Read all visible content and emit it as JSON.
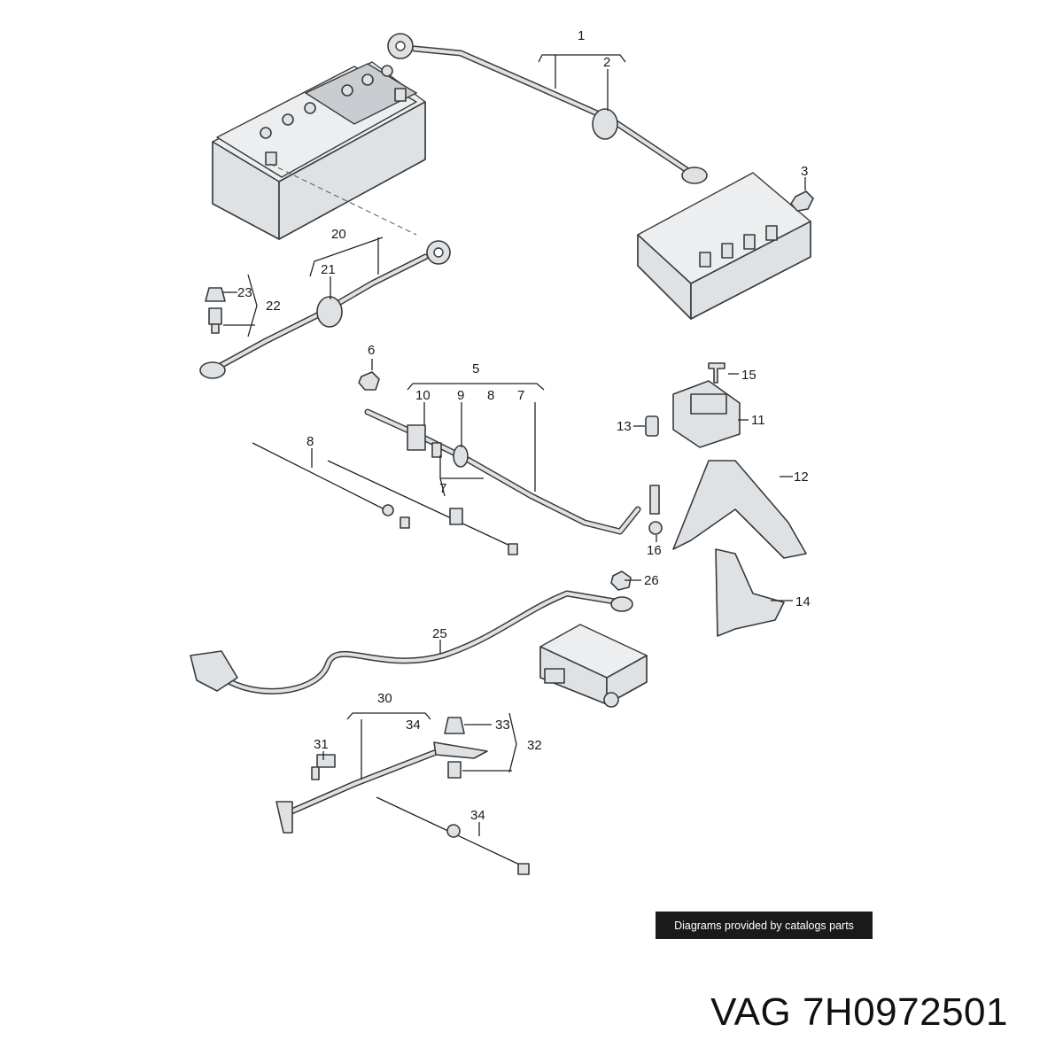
{
  "diagram": {
    "callouts": [
      {
        "id": "c1",
        "text": "1"
      },
      {
        "id": "c2",
        "text": "2"
      },
      {
        "id": "c3",
        "text": "3"
      },
      {
        "id": "c5",
        "text": "5"
      },
      {
        "id": "c6",
        "text": "6"
      },
      {
        "id": "c7a",
        "text": "7"
      },
      {
        "id": "c7b",
        "text": "7"
      },
      {
        "id": "c8a",
        "text": "8"
      },
      {
        "id": "c8b",
        "text": "8"
      },
      {
        "id": "c9",
        "text": "9"
      },
      {
        "id": "c10",
        "text": "10"
      },
      {
        "id": "c11",
        "text": "11"
      },
      {
        "id": "c12",
        "text": "12"
      },
      {
        "id": "c13",
        "text": "13"
      },
      {
        "id": "c14",
        "text": "14"
      },
      {
        "id": "c15",
        "text": "15"
      },
      {
        "id": "c16",
        "text": "16"
      },
      {
        "id": "c20",
        "text": "20"
      },
      {
        "id": "c21",
        "text": "21"
      },
      {
        "id": "c22",
        "text": "22"
      },
      {
        "id": "c23",
        "text": "23"
      },
      {
        "id": "c25",
        "text": "25"
      },
      {
        "id": "c26",
        "text": "26"
      },
      {
        "id": "c30",
        "text": "30"
      },
      {
        "id": "c31",
        "text": "31"
      },
      {
        "id": "c32",
        "text": "32"
      },
      {
        "id": "c33",
        "text": "33"
      },
      {
        "id": "c34a",
        "text": "34"
      },
      {
        "id": "c34b",
        "text": "34"
      }
    ]
  },
  "credit": "Diagrams provided by catalogs parts",
  "part_number": "VAG 7H0972501"
}
